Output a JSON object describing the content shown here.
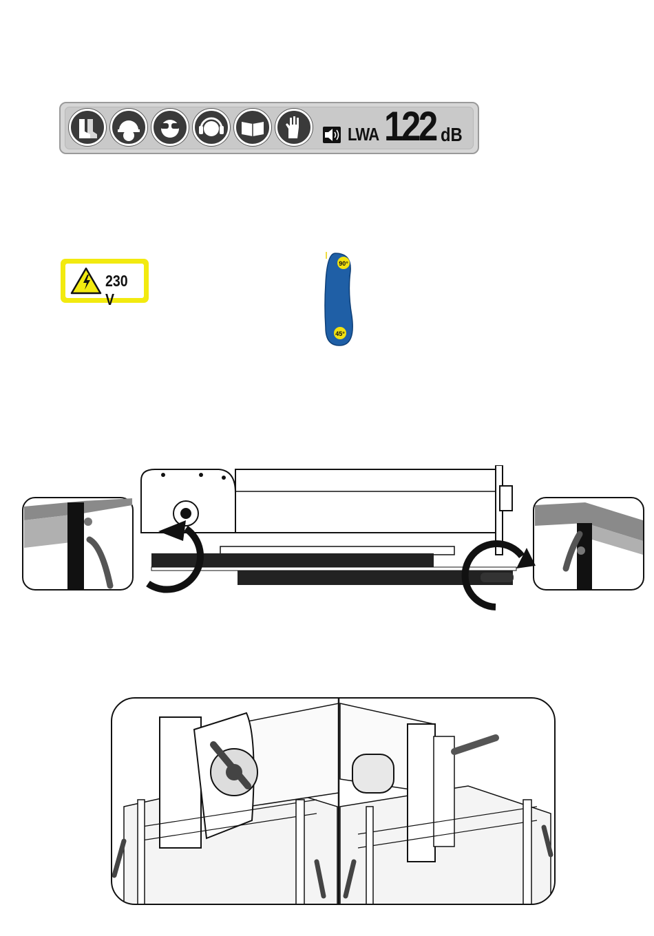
{
  "ppe_bar": {
    "icons": [
      "safety-boots-icon",
      "hard-hat-icon",
      "safety-goggles-icon",
      "ear-protection-icon",
      "read-manual-icon",
      "safety-gloves-icon"
    ],
    "speaker_icon": "speaker-icon",
    "noise_label": "LWA",
    "noise_value": "122",
    "noise_unit": "dB"
  },
  "voltage_label": {
    "icon": "electric-hazard-icon",
    "text": "230 V"
  },
  "tilt_scale": {
    "top_label": "90°",
    "bottom_label": "45°"
  },
  "colors": {
    "voltage_yellow": "#f2ea0f",
    "tilt_blue": "#1f5fa6",
    "tilt_yellow": "#f2e20f",
    "ppe_grey": "#d6d6d6"
  }
}
